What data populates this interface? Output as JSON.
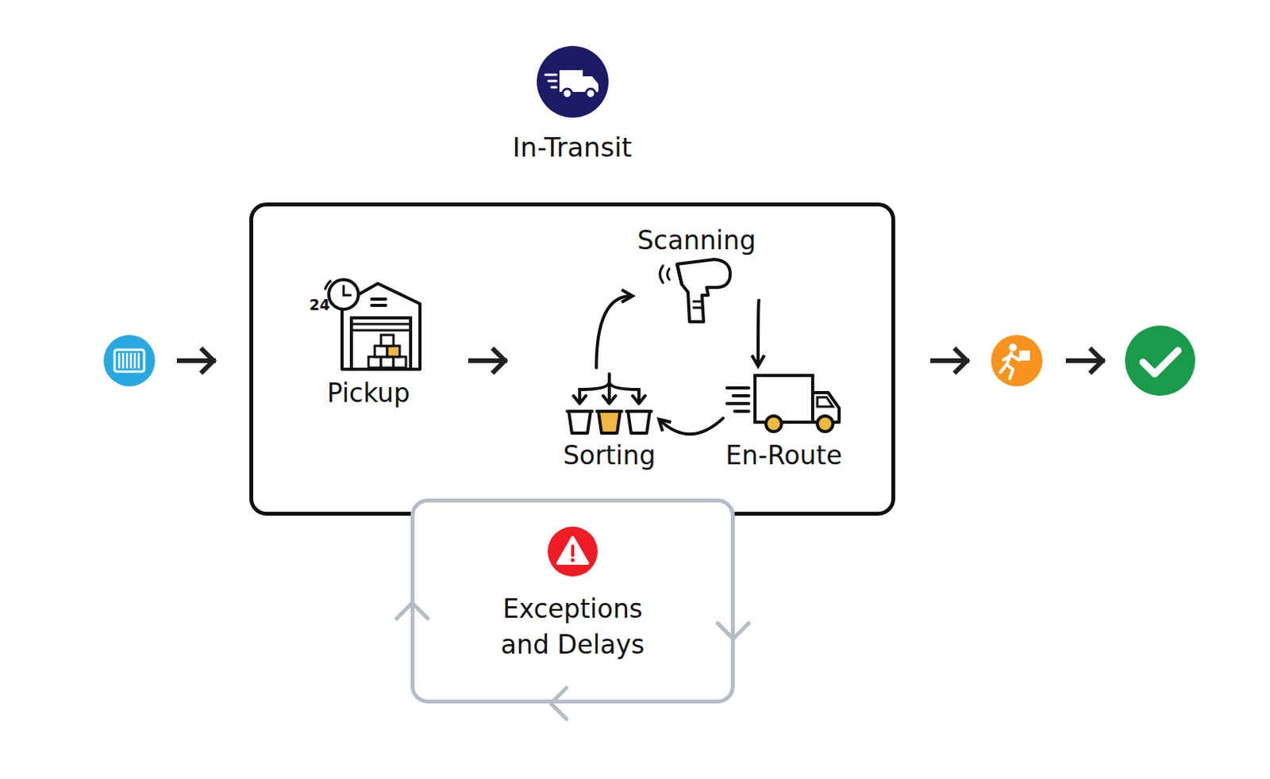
{
  "diagram": {
    "nodes": [
      {
        "text": [
          "In-Transit"
        ]
      },
      {
        "text": [
          "Pickup"
        ],
        "in": 0
      },
      {
        "text": [
          "Scanning"
        ],
        "in": 0
      },
      {
        "text": [
          "En-Route"
        ],
        "in": 0
      },
      {
        "text": [
          "Sorting"
        ],
        "in": 0
      },
      {
        "text": [
          "Exceptions and Delays"
        ]
      }
    ],
    "edges": [
      {
        "from": 2,
        "to": 3,
        "arrow": "to"
      },
      {
        "from": 3,
        "to": 4,
        "arrow": "to"
      },
      {
        "from": 4,
        "to": 2,
        "arrow": "to"
      }
    ],
    "labels": [
      "24"
    ]
  }
}
